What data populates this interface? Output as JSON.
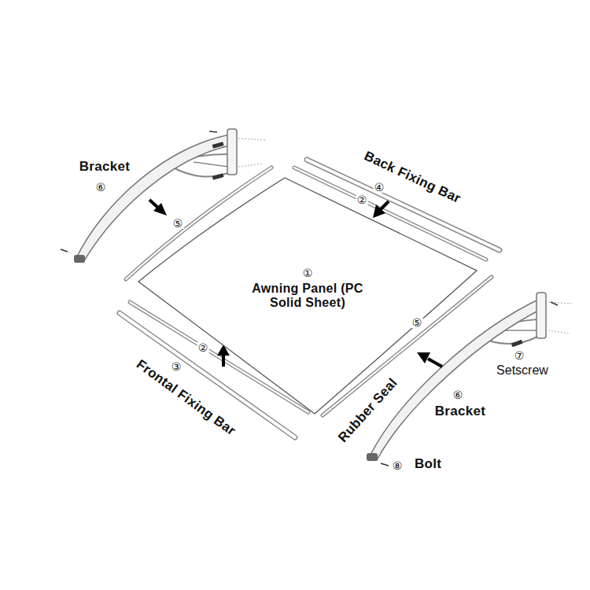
{
  "diagram": {
    "nodes": [
      {
        "text": [
          "①",
          "Awning Panel (PC Solid Sheet)"
        ]
      }
    ],
    "labels": [
      "Bracket",
      "⑥",
      "Back Fixing Bar",
      "④",
      "②",
      "⑤",
      "Frontal Fixing Bar",
      "③",
      "②",
      "⑤",
      "Rubber Seal",
      "⑦",
      "Setscrew",
      "⑥",
      "Bracket",
      "⑧",
      "Bolt"
    ]
  }
}
